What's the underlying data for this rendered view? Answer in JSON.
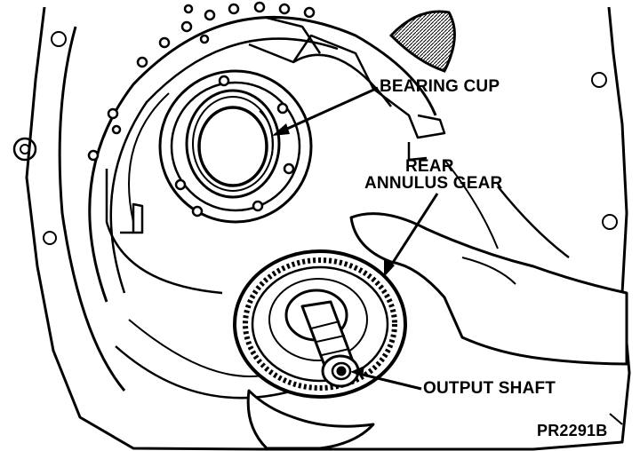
{
  "labels": {
    "bearing_cup": "BEARING CUP",
    "rear": "REAR",
    "annulus_gear": "ANNULUS GEAR",
    "output_shaft": "OUTPUT SHAFT",
    "figure_code": "PR2291B"
  },
  "colors": {
    "ink": "#000000",
    "paper": "#ffffff"
  }
}
